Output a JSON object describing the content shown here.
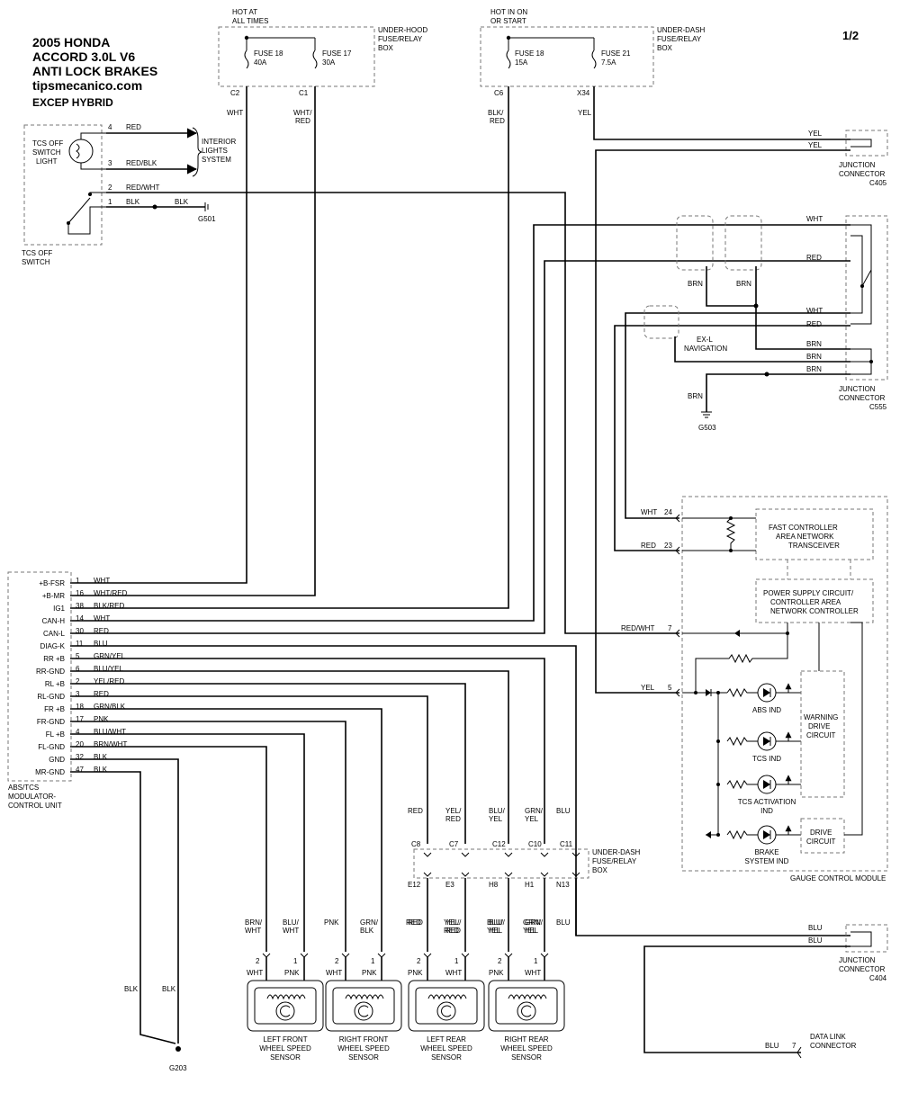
{
  "header": {
    "title_lines": [
      "2005 HONDA",
      "ACCORD 3.0L V6",
      "ANTI LOCK BRAKES",
      "tipsmecanico.com",
      "EXCEP HYBRID"
    ],
    "page": "1/2"
  },
  "power": {
    "hot_at_all_times": [
      "HOT AT",
      "ALL TIMES"
    ],
    "hot_in_on": [
      "HOT IN ON",
      "OR START"
    ],
    "underhood_box": [
      "UNDER-HOOD",
      "FUSE/RELAY",
      "BOX"
    ],
    "underdash_box": [
      "UNDER-DASH",
      "FUSE/RELAY",
      "BOX"
    ],
    "fuses": [
      {
        "name": "FUSE 18",
        "amp": "40A",
        "pin": "C2",
        "wire": [
          "WHT"
        ]
      },
      {
        "name": "FUSE 17",
        "amp": "30A",
        "pin": "C1",
        "wire": [
          "WHT/",
          "RED"
        ]
      },
      {
        "name": "FUSE 18",
        "amp": "15A",
        "pin": "C6",
        "wire": [
          "BLK/",
          "RED"
        ]
      },
      {
        "name": "FUSE 21",
        "amp": "7.5A",
        "pin": "X34",
        "wire": [
          "YEL"
        ]
      }
    ]
  },
  "tcs_switch": {
    "light_label": [
      "TCS OFF",
      "SWITCH",
      "LIGHT"
    ],
    "switch_label": [
      "TCS OFF",
      "SWITCH"
    ],
    "interior": [
      "INTERIOR",
      "LIGHTS",
      "SYSTEM"
    ],
    "pins": [
      {
        "pin": "4",
        "color": "RED"
      },
      {
        "pin": "3",
        "color": "RED/BLK"
      },
      {
        "pin": "2",
        "color": "RED/WHT"
      },
      {
        "pin": "1",
        "color": "BLK"
      }
    ],
    "ground_wire": "BLK",
    "ground": "G501"
  },
  "junctions": {
    "c405": {
      "label": [
        "JUNCTION",
        "CONNECTOR",
        "C405"
      ],
      "wires": [
        "YEL",
        "YEL"
      ]
    },
    "c555": {
      "label": [
        "JUNCTION",
        "CONNECTOR",
        "C555"
      ],
      "wires": [
        "WHT",
        "RED",
        "WHT",
        "RED",
        "BRN",
        "BRN",
        "BRN"
      ],
      "brn_labels": [
        "BRN",
        "BRN"
      ],
      "ground_wire": "BRN",
      "ground": "G503",
      "option": [
        "EX-L",
        "NAVIGATION"
      ]
    },
    "c404": {
      "label": [
        "JUNCTION",
        "CONNECTOR",
        "C404"
      ],
      "wires": [
        "BLU",
        "BLU"
      ]
    }
  },
  "abs_unit": {
    "label": [
      "ABS/TCS",
      "MODULATOR-",
      "CONTROL UNIT"
    ],
    "pins": [
      {
        "name": "+B-FSR",
        "pin": "1",
        "color": "WHT"
      },
      {
        "name": "+B-MR",
        "pin": "16",
        "color": "WHT/RED"
      },
      {
        "name": "IG1",
        "pin": "38",
        "color": "BLK/RED"
      },
      {
        "name": "CAN-H",
        "pin": "14",
        "color": "WHT"
      },
      {
        "name": "CAN-L",
        "pin": "30",
        "color": "RED"
      },
      {
        "name": "DIAG-K",
        "pin": "11",
        "color": "BLU"
      },
      {
        "name": "RR +B",
        "pin": "5",
        "color": "GRN/YEL"
      },
      {
        "name": "RR-GND",
        "pin": "6",
        "color": "BLU/YEL"
      },
      {
        "name": "RL +B",
        "pin": "2",
        "color": "YEL/RED"
      },
      {
        "name": "RL-GND",
        "pin": "3",
        "color": "RED"
      },
      {
        "name": "FR +B",
        "pin": "18",
        "color": "GRN/BLK"
      },
      {
        "name": "FR-GND",
        "pin": "17",
        "color": "PNK"
      },
      {
        "name": "FL +B",
        "pin": "4",
        "color": "BLU/WHT"
      },
      {
        "name": "FL-GND",
        "pin": "20",
        "color": "BRN/WHT"
      },
      {
        "name": "GND",
        "pin": "32",
        "color": "BLK"
      },
      {
        "name": "MR-GND",
        "pin": "47",
        "color": "BLK"
      }
    ],
    "ground_wires": [
      "BLK",
      "BLK"
    ],
    "ground": "G203"
  },
  "gauge": {
    "label": "GAUGE CONTROL MODULE",
    "pins": [
      {
        "pin": "24",
        "color": "WHT"
      },
      {
        "pin": "23",
        "color": "RED"
      },
      {
        "pin": "7",
        "color": "RED/WHT"
      },
      {
        "pin": "5",
        "color": "YEL"
      }
    ],
    "can_box": [
      "FAST CONTROLLER",
      "AREA NETWORK",
      "TRANSCEIVER"
    ],
    "psu_box": [
      "POWER SUPPLY CIRCUIT/",
      "CONTROLLER AREA",
      "NETWORK CONTROLLER"
    ],
    "warning": [
      "WARNING",
      "DRIVE",
      "CIRCUIT"
    ],
    "drive": [
      "DRIVE",
      "CIRCUIT"
    ],
    "indicators": [
      [
        "ABS IND"
      ],
      [
        "TCS IND"
      ],
      [
        "TCS ACTIVATION",
        "IND"
      ],
      [
        "BRAKE",
        "SYSTEM IND"
      ]
    ]
  },
  "underdash_lower": {
    "label": [
      "UNDER-DASH",
      "FUSE/RELAY",
      "BOX"
    ],
    "top_pins": [
      "C8",
      "C7",
      "C12",
      "C10",
      "C11"
    ],
    "bottom_pins": [
      "E12",
      "E3",
      "H8",
      "H1",
      "N13"
    ],
    "top_colors": [
      [
        "RED"
      ],
      [
        "YEL/",
        "RED"
      ],
      [
        "BLU/",
        "YEL"
      ],
      [
        "GRN/",
        "YEL"
      ],
      [
        "BLU"
      ]
    ],
    "bottom_colors": [
      [
        "RED"
      ],
      [
        "YEL/",
        "RED"
      ],
      [
        "BLU/",
        "YEL"
      ],
      [
        "GRN/",
        "YEL"
      ],
      [
        "BLU"
      ]
    ]
  },
  "sensors": [
    {
      "label": [
        "LEFT FRONT",
        "WHEEL SPEED",
        "SENSOR"
      ],
      "wires": [
        [
          "BRN/",
          "WHT"
        ],
        [
          "BLU/",
          "WHT"
        ]
      ],
      "pins": [
        "2",
        "1"
      ],
      "colors": [
        "WHT",
        "PNK"
      ]
    },
    {
      "label": [
        "RIGHT FRONT",
        "WHEEL SPEED",
        "SENSOR"
      ],
      "wires": [
        [
          "PNK"
        ],
        [
          "GRN/",
          "BLK"
        ]
      ],
      "pins": [
        "2",
        "1"
      ],
      "colors": [
        "WHT",
        "PNK"
      ]
    },
    {
      "label": [
        "LEFT REAR",
        "WHEEL SPEED",
        "SENSOR"
      ],
      "wires": [
        [
          "RED"
        ],
        [
          "YEL/",
          "RED"
        ]
      ],
      "pins": [
        "2",
        "1"
      ],
      "colors": [
        "PNK",
        "WHT"
      ]
    },
    {
      "label": [
        "RIGHT REAR",
        "WHEEL SPEED",
        "SENSOR"
      ],
      "wires": [
        [
          "BLU/",
          "YEL"
        ],
        [
          "GRN/",
          "YEL"
        ]
      ],
      "pins": [
        "2",
        "1"
      ],
      "colors": [
        "PNK",
        "WHT"
      ]
    }
  ],
  "dlc": {
    "wire": "BLU",
    "pin": "7",
    "label": [
      "DATA LINK",
      "CONNECTOR"
    ]
  }
}
